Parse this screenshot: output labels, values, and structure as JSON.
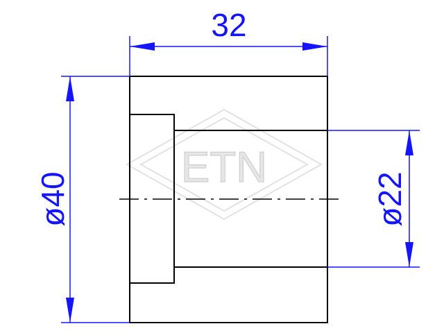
{
  "drawing": {
    "dimensions": {
      "length": "32",
      "outer_diameter": "ø40",
      "inner_diameter": "ø22"
    },
    "watermark": "ETN",
    "colors": {
      "part_lines": "#000000",
      "dimension_lines": "#1414ff",
      "watermark": "#e2e2e2",
      "background": "#ffffff"
    }
  }
}
